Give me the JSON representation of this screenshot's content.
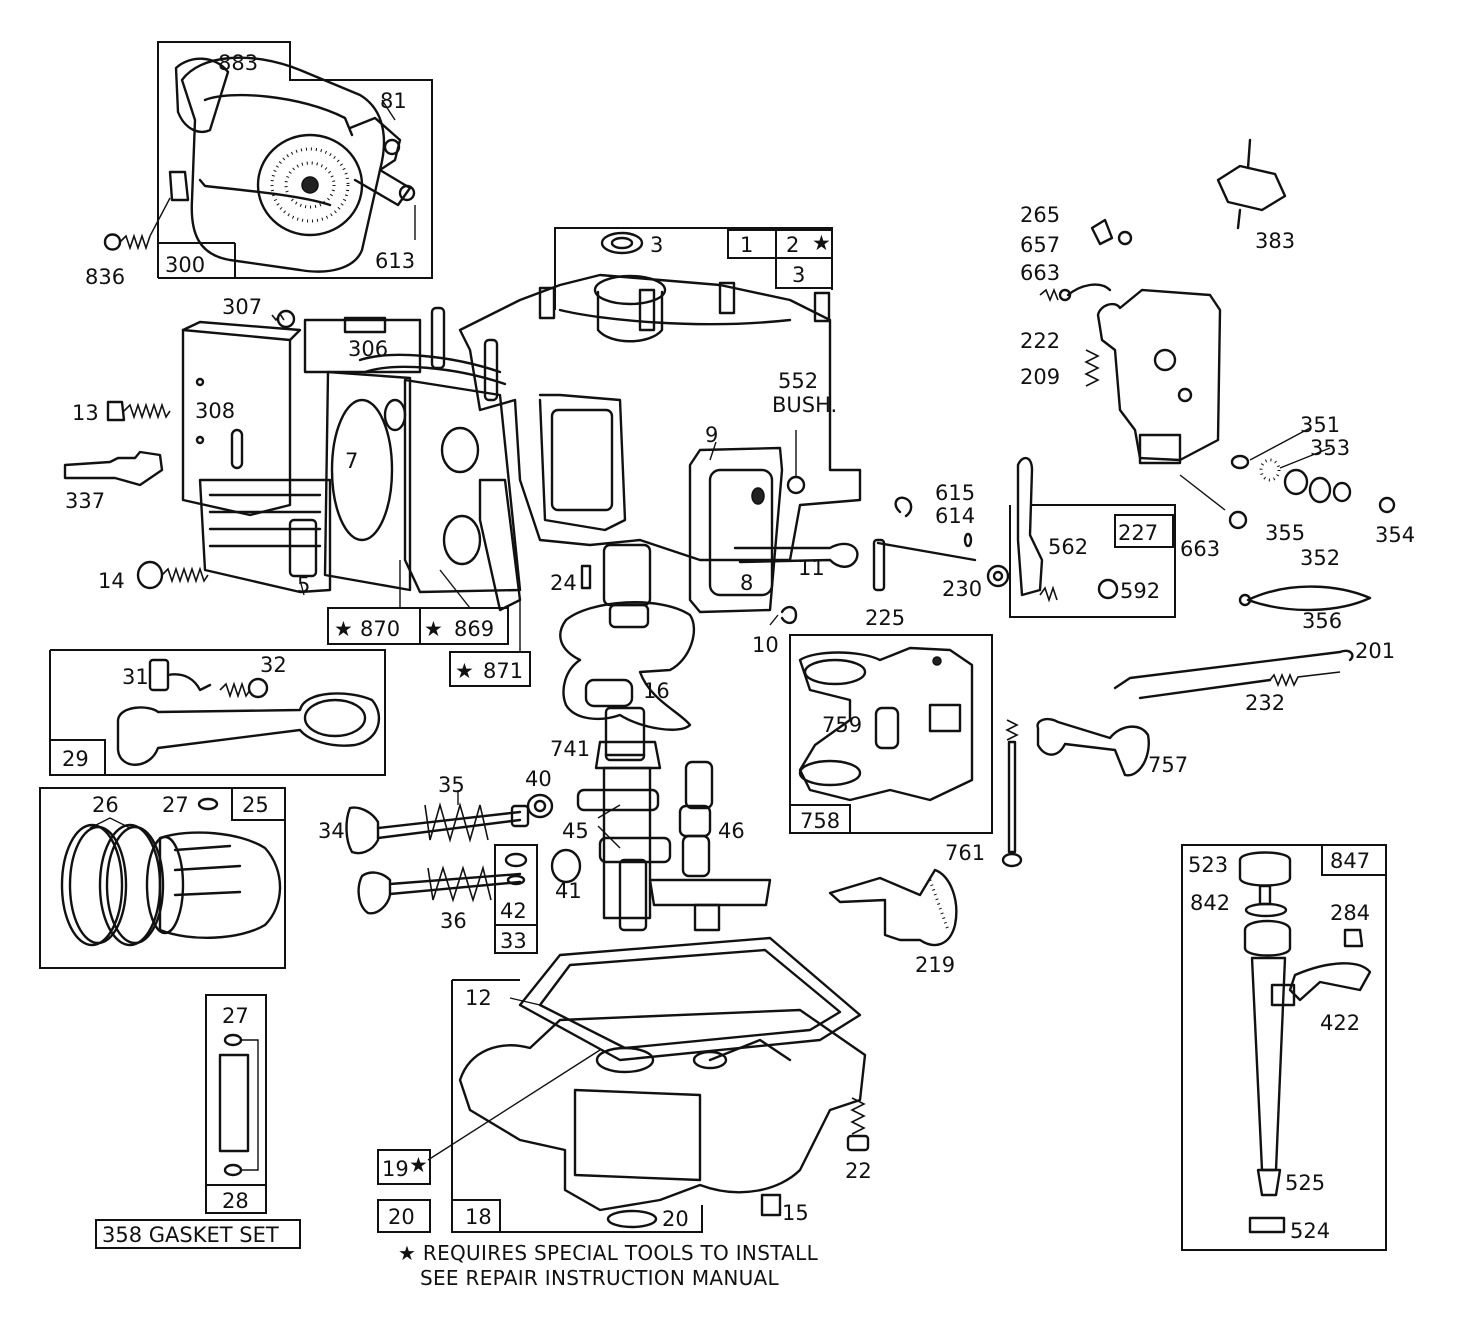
{
  "labels": {
    "l883": "883",
    "l81": "81",
    "l300": "300",
    "l613": "613",
    "l836": "836",
    "l3a": "3",
    "l1": "1",
    "l2": "2",
    "l3b": "3",
    "l307": "307",
    "l306": "306",
    "l308": "308",
    "l13": "13",
    "l337": "337",
    "l7": "7",
    "l14": "14",
    "l5": "5",
    "l870": "870",
    "l869": "869",
    "l871": "871",
    "l552": "552",
    "lbush": "BUSH.",
    "l9": "9",
    "l24": "24",
    "l11": "11",
    "l8": "8",
    "l10": "10",
    "l265": "265",
    "l657": "657",
    "l663a": "663",
    "l222": "222",
    "l209": "209",
    "l383": "383",
    "l351": "351",
    "l353": "353",
    "l355": "355",
    "l352": "352",
    "l354": "354",
    "l663b": "663",
    "l615": "615",
    "l614": "614",
    "l225": "225",
    "l230": "230",
    "l227": "227",
    "l562": "562",
    "l592": "592",
    "l356": "356",
    "l201": "201",
    "l232": "232",
    "l31": "31",
    "l32": "32",
    "l29": "29",
    "l16": "16",
    "l26": "26",
    "l27a": "27",
    "l25": "25",
    "l741": "741",
    "l35": "35",
    "l40": "40",
    "l34": "34",
    "l45": "45",
    "l46": "46",
    "l41": "41",
    "l36": "36",
    "l42": "42",
    "l33": "33",
    "l759": "759",
    "l758": "758",
    "l757": "757",
    "l761": "761",
    "l219": "219",
    "l523": "523",
    "l847": "847",
    "l842": "842",
    "l284": "284",
    "l422": "422",
    "l525": "525",
    "l524": "524",
    "l27b": "27",
    "l28": "28",
    "l358": "358 GASKET SET",
    "l12": "12",
    "l19": "19",
    "l20a": "20",
    "l18": "18",
    "l20b": "20",
    "l22": "22",
    "l15": "15"
  },
  "star_symbol": "★",
  "footnote": {
    "line1": "★ REQUIRES SPECIAL TOOLS TO INSTALL",
    "line2": "SEE REPAIR INSTRUCTION MANUAL"
  }
}
